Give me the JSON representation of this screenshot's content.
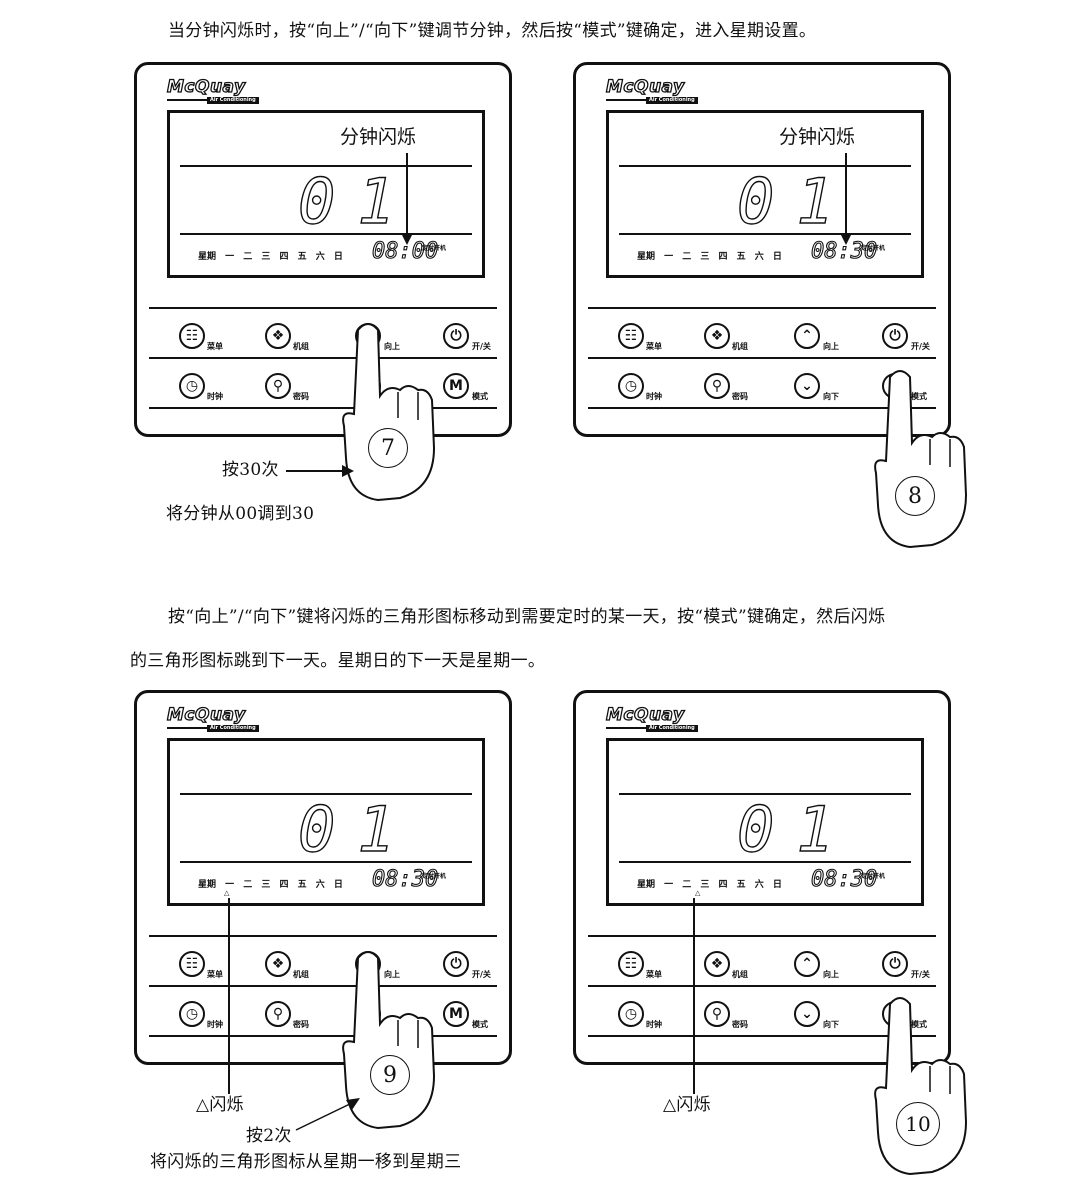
{
  "intro1": "当分钟闪烁时，按“向上”/“向下”键调节分钟，然后按“模式”键确定，进入星期设置。",
  "intro2_line1": "按“向上”/“向下”键将闪烁的三角形图标移动到需要定时的某一天，按“模式”键确定，然后闪烁",
  "intro2_line2": "的三角形图标跳到下一天。星期日的下一天是星期一。",
  "brand": {
    "logo": "McQuay",
    "sub": "Air Conditioning"
  },
  "lcd": {
    "digits": "01",
    "weekdays": "星期 一 二 三 四 五 六 日",
    "timer_label": "定时开机",
    "minute_flash": "分钟闪烁"
  },
  "keys": {
    "menu": "菜单",
    "unit": "机组",
    "up": "向上",
    "power": "开/关",
    "clock": "时钟",
    "password": "密码",
    "down": "向下",
    "mode": "模式",
    "mode_glyph": "M"
  },
  "panels": [
    {
      "clock": "08:00",
      "step": "7"
    },
    {
      "clock": "08:30",
      "step": "8"
    },
    {
      "clock": "08:30",
      "step": "9"
    },
    {
      "clock": "08:30",
      "step": "10"
    }
  ],
  "notes": {
    "press30": "按30次",
    "adjust": "将分钟从00调到30",
    "flash1": "△闪烁",
    "press2": "按2次",
    "move": "将闪烁的三角形图标从星期一移到星期三",
    "flash2": "△闪烁"
  },
  "icons": [
    "menu-book-icon",
    "unit-diamond-icon",
    "up-arrow-icon",
    "power-icon",
    "clock-icon",
    "key-icon",
    "down-arrow-icon",
    "mode-m-icon",
    "pressing-hand-icon"
  ]
}
